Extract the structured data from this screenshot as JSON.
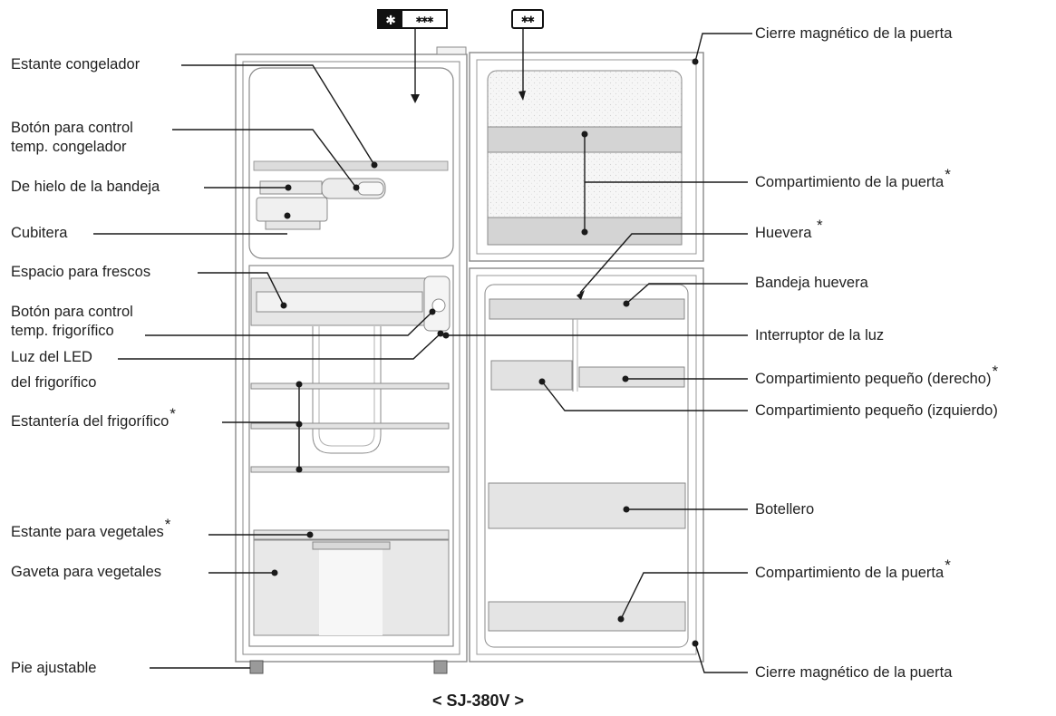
{
  "freezer_badge": {
    "solid_star": "✱",
    "stars": "✱✱✱"
  },
  "door_badge": {
    "stars": "✱✱"
  },
  "model": "< SJ-380V >",
  "left_labels": {
    "freezer_shelf": "Estante congelador",
    "freezer_control_1": "Botón para control",
    "freezer_control_2": "temp. congelador",
    "ice_tray": "De hielo de la bandeja",
    "ice_box": "Cubitera",
    "fresh_space": "Espacio para frescos",
    "fridge_control_1": "Botón para control",
    "fridge_control_2": "temp. frigorífico",
    "led_1": "Luz del LED",
    "led_2": "del frigorífico",
    "fridge_shelf": "Estantería del frigorífico",
    "veg_shelf": "Estante para vegetales",
    "veg_drawer": "Gaveta para vegetales",
    "foot": "Pie ajustable"
  },
  "right_labels": {
    "magnet_top": "Cierre magnético de la puerta",
    "door_pocket_top": "Compartimiento de la puerta",
    "egg_holder": "Huevera",
    "egg_tray": "Bandeja huevera",
    "light_switch": "Interruptor de la luz",
    "small_right": "Compartimiento pequeño (derecho)",
    "small_left": "Compartimiento pequeño (izquierdo)",
    "bottle": "Botellero",
    "door_pocket_bottom": "Compartimiento de la puerta",
    "magnet_bottom": "Cierre magnético de la puerta"
  },
  "asterisk": "*"
}
